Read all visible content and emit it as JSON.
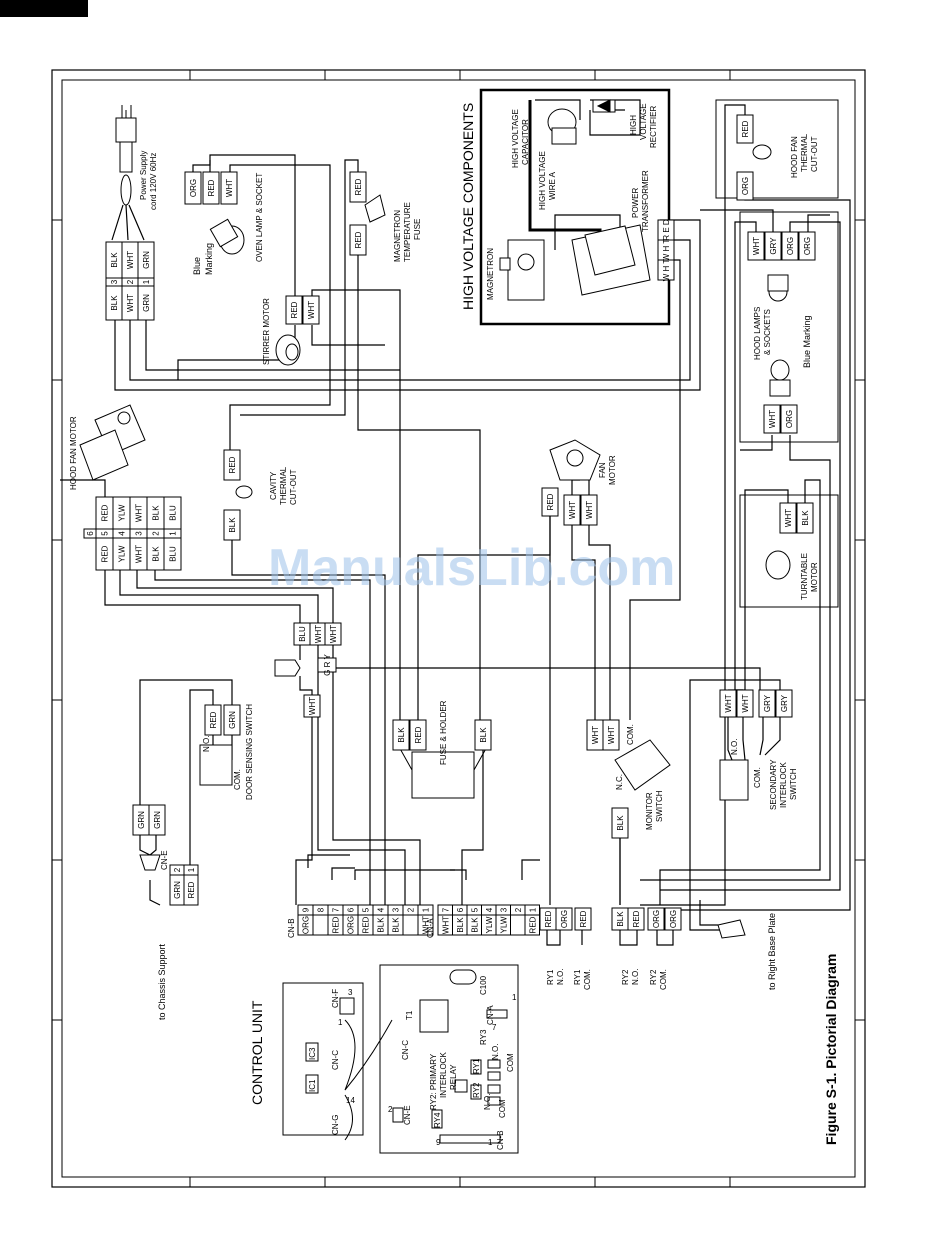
{
  "figure_title": "Figure S-1. Pictorial Diagram",
  "watermark": "ManualsLib.com",
  "sections": {
    "high_voltage": "HIGH VOLTAGE COMPONENTS",
    "control_unit": "CONTROL UNIT"
  },
  "components": {
    "power_supply": [
      "Power Supply",
      "cord 120V 60Hz"
    ],
    "oven_lamp": "OVEN LAMP & SOCKET",
    "blue_marking_1": [
      "Blue",
      "Marking"
    ],
    "stirrer_motor": "STIRRER MOTOR",
    "magnetron_fuse": [
      "MAGNETRON",
      "TEMPERATURE",
      "FUSE"
    ],
    "hv_capacitor": [
      "HIGH VOLTAGE",
      "CAPACITOR"
    ],
    "hv_wire": [
      "HIGH VOLTAGE",
      "WIRE A"
    ],
    "hv_rectifier": [
      "HIGH",
      "VOLTAGE",
      "RECTIFIER"
    ],
    "power_transformer": [
      "POWER",
      "TRANSFORMER"
    ],
    "magnetron": "MAGNETRON",
    "hood_fan_cutout": [
      "HOOD FAN",
      "THERMAL",
      "CUT-OUT"
    ],
    "hood_lamps": [
      "HOOD LAMPS",
      "& SOCKETS"
    ],
    "blue_marking_2": "Blue Marking",
    "hood_fan_motor": "HOOD FAN MOTOR",
    "cavity_cutout": [
      "CAVITY",
      "THERMAL",
      "CUT-OUT"
    ],
    "fan_motor": [
      "FAN",
      "MOTOR"
    ],
    "turntable_motor": [
      "TURNTABLE",
      "MOTOR"
    ],
    "fuse_holder": "FUSE & HOLDER",
    "door_sensing": "DOOR SENSING SWITCH",
    "monitor_switch": [
      "MONITOR",
      "SWITCH"
    ],
    "secondary_interlock": [
      "SECONDARY",
      "INTERLOCK",
      "SWITCH"
    ],
    "chassis_support": "to Chassis Support",
    "base_plate": "to Right Base Plate",
    "primary_interlock": [
      "RY2: PRIMARY",
      "INTERLOCK",
      "RELAY"
    ]
  },
  "terminals": {
    "no": "N.O.",
    "com": "COM.",
    "nc": "N.C.",
    "ry1_no": [
      "RY1",
      "N.O."
    ],
    "ry1_com": [
      "RY1",
      "COM."
    ],
    "ry2_no": [
      "RY2",
      "N.O."
    ],
    "ry2_com": [
      "RY2",
      "COM."
    ]
  },
  "connectors": {
    "cn_b": "CN-B",
    "cn_a": "CN-A",
    "cn_e": "CN-E",
    "cn_b_pins": [
      {
        "n": "9",
        "c": "ORG"
      },
      {
        "n": "8",
        "c": ""
      },
      {
        "n": "7",
        "c": "RED"
      },
      {
        "n": "6",
        "c": "ORG"
      },
      {
        "n": "5",
        "c": "RED"
      },
      {
        "n": "4",
        "c": "BLK"
      },
      {
        "n": "3",
        "c": "BLK"
      },
      {
        "n": "2",
        "c": ""
      },
      {
        "n": "1",
        "c": "WHT"
      }
    ],
    "cn_a_pins": [
      {
        "n": "7",
        "c": "WHT"
      },
      {
        "n": "6",
        "c": "BLK"
      },
      {
        "n": "5",
        "c": "BLK"
      },
      {
        "n": "4",
        "c": "YLW"
      },
      {
        "n": "3",
        "c": "YLW"
      },
      {
        "n": "2",
        "c": ""
      },
      {
        "n": "1",
        "c": "RED"
      }
    ],
    "cn_e_pins": [
      {
        "n": "2",
        "c": "GRN"
      },
      {
        "n": "1",
        "c": "RED"
      }
    ]
  },
  "board_labels": {
    "cn_f": "CN-F",
    "cn_c": "CN-C",
    "cn_g": "CN-G",
    "cn_e": "CN-E",
    "cn_a": "CN-A",
    "cn_b": "CN-B",
    "ic1": "IC1",
    "ic3": "IC3",
    "t1": "T1",
    "c100": "C100",
    "ry1": "RY1",
    "ry2": "RY2",
    "ry3": "RY3",
    "ry4": "RY4",
    "no": "N.O.",
    "com": "COM",
    "pin_1": "1",
    "pin_2": "2",
    "pin_3": "3",
    "pin_7": "7",
    "pin_9": "9",
    "pin_14": "14"
  },
  "wire_tags": {
    "plug": [
      [
        "BLK",
        "BLK",
        "3"
      ],
      [
        "WHT",
        "WHT",
        "2"
      ],
      [
        "GRN",
        "GRN",
        "1"
      ]
    ],
    "hood_motor": [
      [
        "RED",
        "RED",
        "5",
        "6"
      ],
      [
        "YLW",
        "YLW",
        "4",
        ""
      ],
      [
        "WHT",
        "WHT",
        "3",
        ""
      ],
      [
        "BLK",
        "BLK",
        "2",
        ""
      ],
      [
        "BLU",
        "BLU",
        "1",
        ""
      ]
    ],
    "lamp": [
      "ORG",
      "RED",
      "WHT"
    ],
    "stirrer": [
      "RED",
      "WHT"
    ],
    "fuse_mag": [
      "RED",
      "RED"
    ],
    "cavity": [
      "RED",
      "BLK"
    ],
    "hood_cutout": [
      "RED",
      "ORG"
    ],
    "hood_lamps_top": [
      "WHT",
      "GRY",
      "ORG",
      "ORG"
    ],
    "hood_lamps_bot": [
      "WHT",
      "ORG"
    ],
    "transformer": [
      "R E D",
      "W H T",
      "W H T"
    ],
    "fan_motor": [
      "RED",
      "WHT",
      "WHT"
    ],
    "turntable": [
      "WHT",
      "BLK"
    ],
    "mid_connector": [
      "BLU",
      "WHT",
      "WHT",
      "WHT"
    ],
    "gry_v": "G R Y",
    "door": [
      "RED",
      "GRN"
    ],
    "fuse_holder": [
      "BLK",
      "RED",
      "BLK"
    ],
    "monitor": [
      "WHT",
      "WHT",
      "BLK"
    ],
    "secondary": [
      "WHT",
      "WHT",
      "GRY",
      "GRY"
    ],
    "ground": [
      "GRN",
      "GRN"
    ],
    "ry_tags": [
      "RED",
      "ORG",
      "RED",
      "BLK",
      "RED",
      "ORG",
      "ORG"
    ]
  }
}
